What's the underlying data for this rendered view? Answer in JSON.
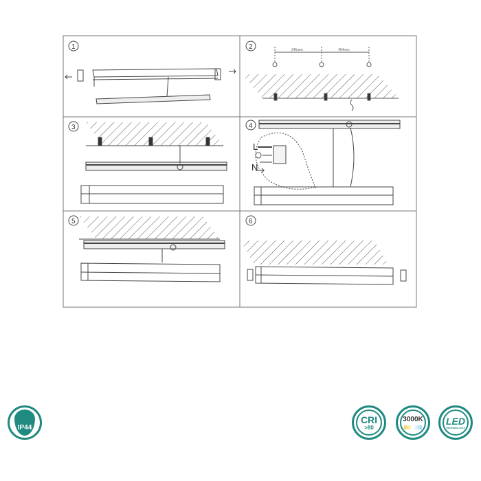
{
  "steps": [
    {
      "number": "1"
    },
    {
      "number": "2",
      "dimensions": [
        "345mm",
        "454mm"
      ]
    },
    {
      "number": "3"
    },
    {
      "number": "4",
      "wiring": {
        "live": "L",
        "neutral": "N"
      }
    },
    {
      "number": "5"
    },
    {
      "number": "6"
    }
  ],
  "badges": {
    "ip": {
      "text": "IP44"
    },
    "cri": {
      "text": "CRI",
      "sub": ">80"
    },
    "color_temp": {
      "text": "3000K"
    },
    "led": {
      "text": "LED",
      "sub": "TECHNOLOGY"
    }
  },
  "colors": {
    "accent": "#1f8a80",
    "line": "#444444"
  }
}
